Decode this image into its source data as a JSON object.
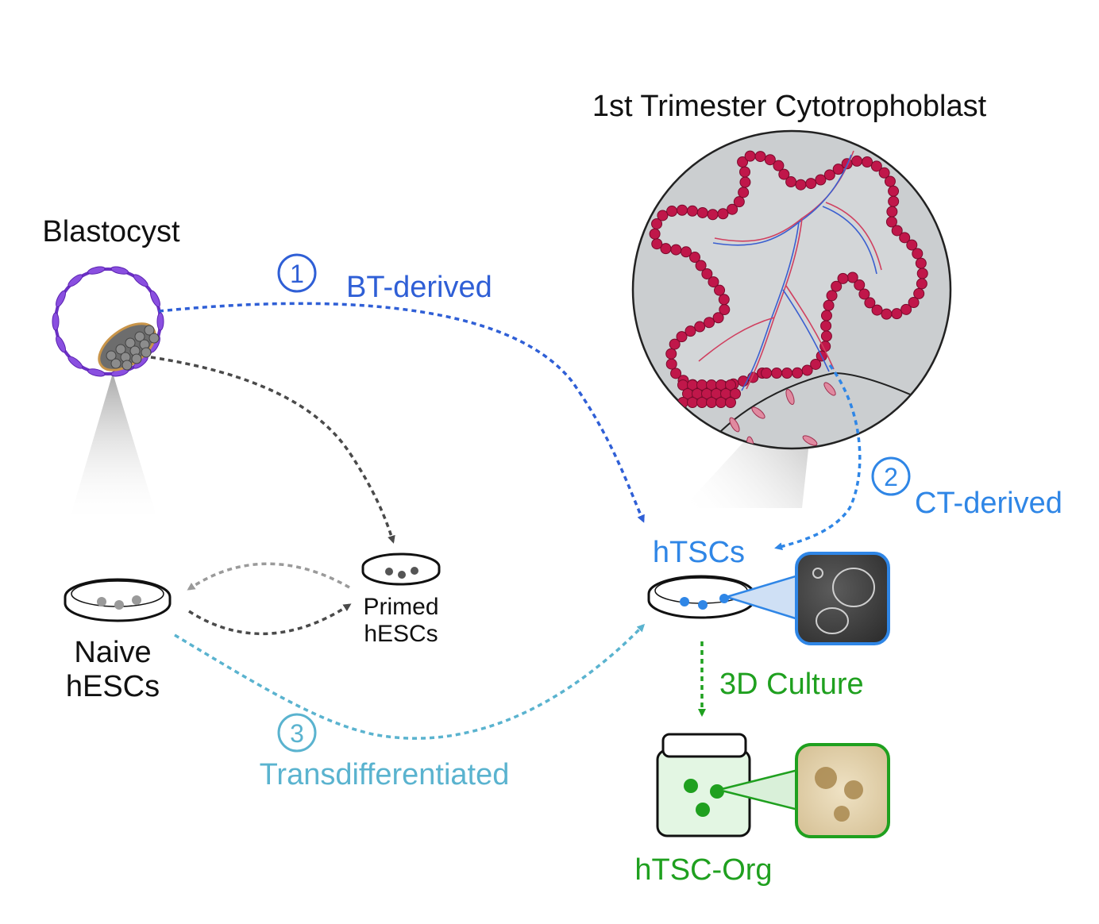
{
  "labels": {
    "blastocyst": "Blastocyst",
    "trimester": "1st Trimester Cytotrophoblast",
    "naive_line1": "Naive",
    "naive_line2": "hESCs",
    "primed_line1": "Primed",
    "primed_line2": "hESCs",
    "htscs": "hTSCs",
    "htsc_org": "hTSC-Org",
    "culture": "3D Culture"
  },
  "routes": [
    {
      "number": "1",
      "label": "BT-derived",
      "color": "#2f5fd6"
    },
    {
      "number": "2",
      "label": "CT-derived",
      "color": "#2f86e6"
    },
    {
      "number": "3",
      "label": "Transdifferentiated",
      "color": "#5ab3cf"
    }
  ],
  "colors": {
    "dark_arrow": "#4a4a4a",
    "light_arrow": "#9a9a9a",
    "culture_green": "#1fa01f",
    "villi_red": "#c0174a",
    "blastocyst_purple": "#6a2fc4",
    "tissue_gray": "#c9ccce"
  }
}
